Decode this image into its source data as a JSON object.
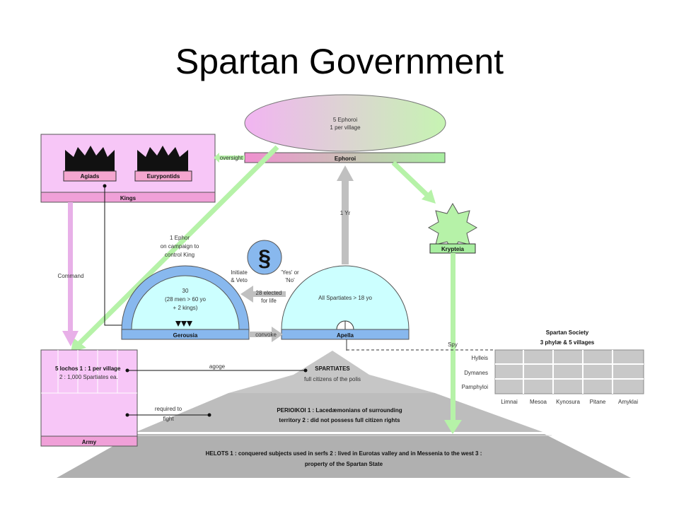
{
  "title": "Spartan Government",
  "ephoroi": {
    "ellipse_line1": "5 Ephoroi",
    "ellipse_line2": "1 per village",
    "bar_label": "Ephoroi",
    "oversight": "oversight",
    "term": "1 Yr"
  },
  "kings": {
    "left_name": "Agiads",
    "right_name": "Eurypontids",
    "bar_label": "Kings",
    "command": "Command"
  },
  "krypteia": {
    "label": "Krypteia",
    "spy": "Spy"
  },
  "ephor_note": [
    "1 Ephor",
    "on campaign to",
    "control King"
  ],
  "law": {
    "symbol": "§",
    "initiate": [
      "Initiate",
      "& Veto"
    ],
    "yes_no": [
      "'Yes' or",
      "'No'"
    ]
  },
  "gerousia": {
    "line1": "30",
    "line2": "(28 men > 60 yo",
    "line3": "+ 2 kings)",
    "bar_label": "Gerousia",
    "elected": [
      "28 elected",
      "for life"
    ],
    "convoke": "convoke"
  },
  "apella": {
    "text": "All Spartiates > 18 yo",
    "bar_label": "Apella"
  },
  "army": {
    "lochos_line1": "5 lochos  1 : 1 per village",
    "lochos_line2": "2 : 1,000 Spartiates ea.",
    "bar_label": "Army",
    "agoge": "agoge",
    "required": [
      "required to",
      "fight"
    ]
  },
  "society": {
    "title_line1": "Spartan Society",
    "title_line2": "3 phylæ & 5 villages",
    "phylae": [
      "Hylleis",
      "Dymanes",
      "Pamphyloi"
    ],
    "villages": [
      "Limnai",
      "Mesoa",
      "Kynosura",
      "Pitane",
      "Amyklai"
    ]
  },
  "pyramid": {
    "spartiates_title": "SPARTIATES",
    "spartiates_sub": "full citizens of the polis",
    "perioikoi_line1": "PERIOIKOI  1 : Lacedæmonians of surrounding",
    "perioikoi_line2": "territory  2 : did not possess full citizen rights",
    "helots_line1": "HELOTS  1 : conquered subjects used in serfs  2 : lived in Eurotas valley and in Messenia to the west  3 :",
    "helots_line2": "property of the Spartan State"
  },
  "colors": {
    "pink": "#f7c6f7",
    "pink_dark": "#e48fe4",
    "pink_bar": "#f0a0d8",
    "green": "#b6f2a8",
    "light_green_arrow": "#c8f5b8",
    "cyan": "#ccffff",
    "blue": "#88b8ee",
    "gray": "#c8c8c8",
    "dark_gray": "#8a8a8a"
  }
}
